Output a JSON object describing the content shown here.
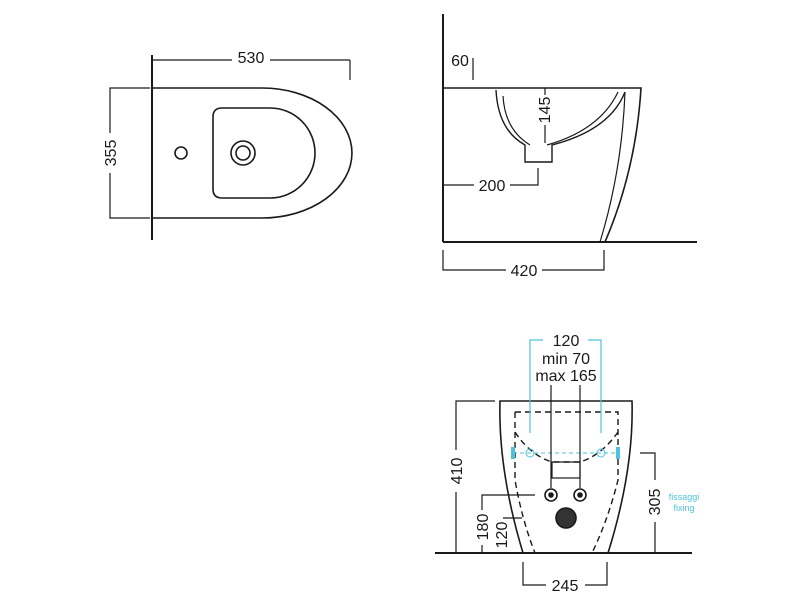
{
  "top_view": {
    "width_dim": "530",
    "depth_dim": "355"
  },
  "side_view": {
    "rim_dim": "60",
    "bowl_depth_dim": "145",
    "drain_offset_dim": "200",
    "depth_dim": "420"
  },
  "front_view": {
    "tap_spacing_dim": "120",
    "supply_min": "min 70",
    "supply_max": "max 165",
    "height_dim": "410",
    "supply_height_dim": "180",
    "drain_height_dim": "120",
    "fixing_height_dim": "305",
    "fixing_label_it": "fissaggi",
    "fixing_label_en": "fixing",
    "base_width_dim": "245"
  },
  "colors": {
    "line": "#1a1a1a",
    "fixing": "#4fc3d9"
  }
}
